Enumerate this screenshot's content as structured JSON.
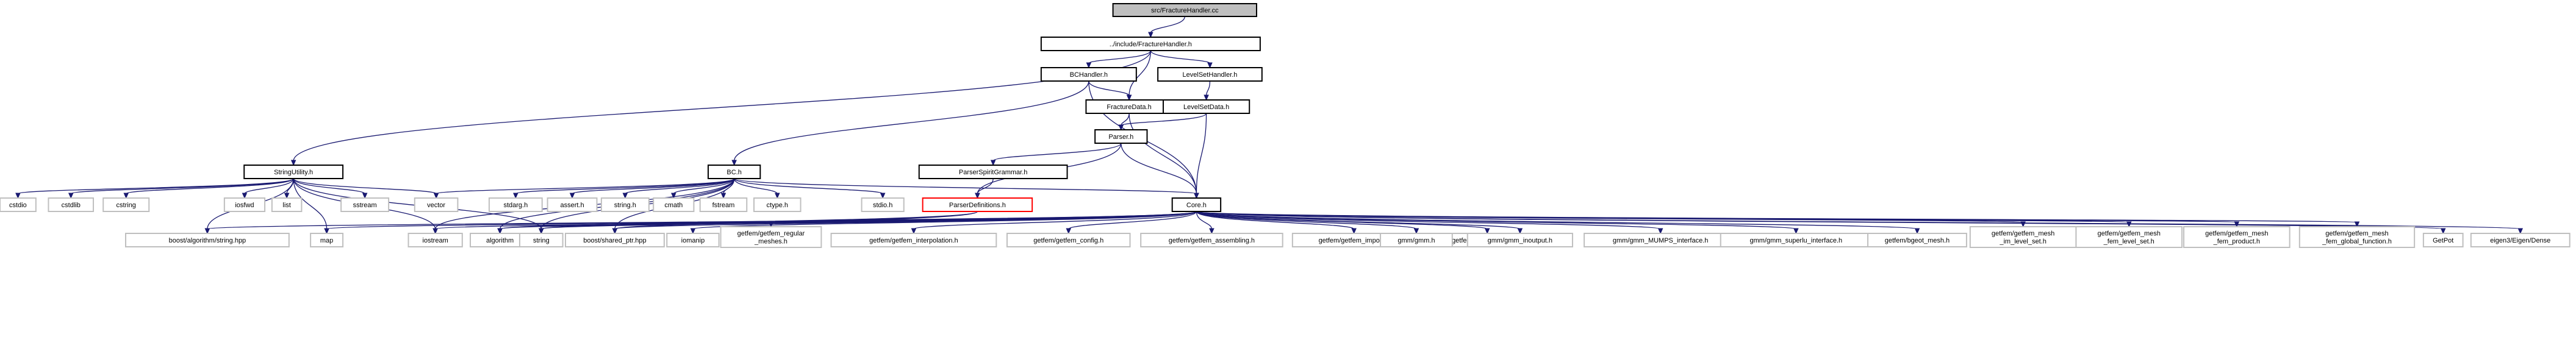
{
  "title": "src/FractureHandler.cc",
  "nodes": [
    {
      "id": "root",
      "lines": [
        "src/FractureHandler.cc"
      ],
      "style": "current"
    },
    {
      "id": "fh",
      "lines": [
        "../include/FractureHandler.h"
      ],
      "style": "normal"
    },
    {
      "id": "bch",
      "lines": [
        "BCHandler.h"
      ],
      "style": "normal"
    },
    {
      "id": "lsh",
      "lines": [
        "LevelSetHandler.h"
      ],
      "style": "normal"
    },
    {
      "id": "fd",
      "lines": [
        "FractureData.h"
      ],
      "style": "normal"
    },
    {
      "id": "lsd",
      "lines": [
        "LevelSetData.h"
      ],
      "style": "normal"
    },
    {
      "id": "parser",
      "lines": [
        "Parser.h"
      ],
      "style": "normal"
    },
    {
      "id": "psg",
      "lines": [
        "ParserSpiritGrammar.h"
      ],
      "style": "normal"
    },
    {
      "id": "su",
      "lines": [
        "StringUtility.h"
      ],
      "style": "normal"
    },
    {
      "id": "bc",
      "lines": [
        "BC.h"
      ],
      "style": "normal"
    },
    {
      "id": "core",
      "lines": [
        "Core.h"
      ],
      "style": "normal"
    },
    {
      "id": "pdef",
      "lines": [
        "ParserDefinitions.h"
      ],
      "style": "red"
    },
    {
      "id": "cstdio",
      "lines": [
        "cstdio"
      ],
      "style": "leaf"
    },
    {
      "id": "cstdlib",
      "lines": [
        "cstdlib"
      ],
      "style": "leaf"
    },
    {
      "id": "cstring",
      "lines": [
        "cstring"
      ],
      "style": "leaf"
    },
    {
      "id": "iosfwd",
      "lines": [
        "iosfwd"
      ],
      "style": "leaf"
    },
    {
      "id": "list",
      "lines": [
        "list"
      ],
      "style": "leaf"
    },
    {
      "id": "sstream",
      "lines": [
        "sstream"
      ],
      "style": "leaf"
    },
    {
      "id": "vector",
      "lines": [
        "vector"
      ],
      "style": "leaf"
    },
    {
      "id": "stdarg",
      "lines": [
        "stdarg.h"
      ],
      "style": "leaf"
    },
    {
      "id": "asserth",
      "lines": [
        "assert.h"
      ],
      "style": "leaf"
    },
    {
      "id": "stringh",
      "lines": [
        "string.h"
      ],
      "style": "leaf"
    },
    {
      "id": "cmath",
      "lines": [
        "cmath"
      ],
      "style": "leaf"
    },
    {
      "id": "fstream",
      "lines": [
        "fstream"
      ],
      "style": "leaf"
    },
    {
      "id": "ctype",
      "lines": [
        "ctype.h"
      ],
      "style": "leaf"
    },
    {
      "id": "stdio",
      "lines": [
        "stdio.h"
      ],
      "style": "leaf"
    },
    {
      "id": "bstr",
      "lines": [
        "boost/algorithm/string.hpp"
      ],
      "style": "leaf"
    },
    {
      "id": "map",
      "lines": [
        "map"
      ],
      "style": "leaf"
    },
    {
      "id": "iostream",
      "lines": [
        "iostream"
      ],
      "style": "leaf"
    },
    {
      "id": "algorithm",
      "lines": [
        "algorithm"
      ],
      "style": "leaf"
    },
    {
      "id": "string",
      "lines": [
        "string"
      ],
      "style": "leaf"
    },
    {
      "id": "bsp",
      "lines": [
        "boost/shared_ptr.hpp"
      ],
      "style": "leaf"
    },
    {
      "id": "iomanip",
      "lines": [
        "iomanip"
      ],
      "style": "leaf"
    },
    {
      "id": "gfreg",
      "lines": [
        "getfem/getfem_regular",
        "_meshes.h"
      ],
      "style": "leaf"
    },
    {
      "id": "gfint",
      "lines": [
        "getfem/getfem_interpolation.h"
      ],
      "style": "leaf"
    },
    {
      "id": "gfcfg",
      "lines": [
        "getfem/getfem_config.h"
      ],
      "style": "leaf"
    },
    {
      "id": "gfasm",
      "lines": [
        "getfem/getfem_assembling.h"
      ],
      "style": "leaf"
    },
    {
      "id": "gfimp",
      "lines": [
        "getfem/getfem_import.h"
      ],
      "style": "leaf"
    },
    {
      "id": "gfexp",
      "lines": [
        "getfem/getfem_export.h"
      ],
      "style": "leaf"
    },
    {
      "id": "gmm",
      "lines": [
        "gmm/gmm.h"
      ],
      "style": "leaf"
    },
    {
      "id": "gmmio",
      "lines": [
        "gmm/gmm_inoutput.h"
      ],
      "style": "leaf"
    },
    {
      "id": "gmmmumps",
      "lines": [
        "gmm/gmm_MUMPS_interface.h"
      ],
      "style": "leaf"
    },
    {
      "id": "gmmslu",
      "lines": [
        "gmm/gmm_superlu_interface.h"
      ],
      "style": "leaf"
    },
    {
      "id": "bgeot",
      "lines": [
        "getfem/bgeot_mesh.h"
      ],
      "style": "leaf"
    },
    {
      "id": "gfimls",
      "lines": [
        "getfem/getfem_mesh",
        "_im_level_set.h"
      ],
      "style": "leaf"
    },
    {
      "id": "gffemls",
      "lines": [
        "getfem/getfem_mesh",
        "_fem_level_set.h"
      ],
      "style": "leaf"
    },
    {
      "id": "gffemprod",
      "lines": [
        "getfem/getfem_mesh",
        "_fem_product.h"
      ],
      "style": "leaf"
    },
    {
      "id": "gffemgf",
      "lines": [
        "getfem/getfem_mesh",
        "_fem_global_function.h"
      ],
      "style": "leaf"
    },
    {
      "id": "getpot",
      "lines": [
        "GetPot"
      ],
      "style": "leaf"
    },
    {
      "id": "eigen",
      "lines": [
        "eigen3/Eigen/Dense"
      ],
      "style": "leaf"
    }
  ],
  "edges": [
    [
      "root",
      "fh"
    ],
    [
      "fh",
      "bch"
    ],
    [
      "fh",
      "lsh"
    ],
    [
      "fh",
      "fd"
    ],
    [
      "fh",
      "su"
    ],
    [
      "bch",
      "fd"
    ],
    [
      "bch",
      "bc"
    ],
    [
      "bch",
      "core"
    ],
    [
      "lsh",
      "lsd"
    ],
    [
      "fd",
      "parser"
    ],
    [
      "fd",
      "core"
    ],
    [
      "lsd",
      "parser"
    ],
    [
      "lsd",
      "core"
    ],
    [
      "parser",
      "psg"
    ],
    [
      "parser",
      "core"
    ],
    [
      "parser",
      "pdef"
    ],
    [
      "psg",
      "pdef"
    ],
    [
      "su",
      "cstdio"
    ],
    [
      "su",
      "cstdlib"
    ],
    [
      "su",
      "cstring"
    ],
    [
      "su",
      "iosfwd"
    ],
    [
      "su",
      "list"
    ],
    [
      "su",
      "sstream"
    ],
    [
      "su",
      "vector"
    ],
    [
      "su",
      "bstr"
    ],
    [
      "su",
      "map"
    ],
    [
      "su",
      "string"
    ],
    [
      "su",
      "iostream"
    ],
    [
      "bc",
      "vector"
    ],
    [
      "bc",
      "stdarg"
    ],
    [
      "bc",
      "asserth"
    ],
    [
      "bc",
      "stringh"
    ],
    [
      "bc",
      "cmath"
    ],
    [
      "bc",
      "fstream"
    ],
    [
      "bc",
      "ctype"
    ],
    [
      "bc",
      "stdio"
    ],
    [
      "bc",
      "core"
    ],
    [
      "bc",
      "iostream"
    ],
    [
      "bc",
      "algorithm"
    ],
    [
      "bc",
      "string"
    ],
    [
      "bc",
      "bsp"
    ],
    [
      "pdef",
      "string"
    ],
    [
      "pdef",
      "bsp"
    ],
    [
      "pdef",
      "algorithm"
    ],
    [
      "core",
      "bstr"
    ],
    [
      "core",
      "map"
    ],
    [
      "core",
      "iostream"
    ],
    [
      "core",
      "algorithm"
    ],
    [
      "core",
      "string"
    ],
    [
      "core",
      "bsp"
    ],
    [
      "core",
      "iomanip"
    ],
    [
      "core",
      "gfreg"
    ],
    [
      "core",
      "gfint"
    ],
    [
      "core",
      "gfcfg"
    ],
    [
      "core",
      "gfasm"
    ],
    [
      "core",
      "gfimp"
    ],
    [
      "core",
      "gfexp"
    ],
    [
      "core",
      "gmm"
    ],
    [
      "core",
      "gmmio"
    ],
    [
      "core",
      "gmmmumps"
    ],
    [
      "core",
      "gmmslu"
    ],
    [
      "core",
      "bgeot"
    ],
    [
      "core",
      "gfimls"
    ],
    [
      "core",
      "gffemls"
    ],
    [
      "core",
      "gffemprod"
    ],
    [
      "core",
      "gffemgf"
    ],
    [
      "core",
      "getpot"
    ],
    [
      "core",
      "eigen"
    ]
  ]
}
